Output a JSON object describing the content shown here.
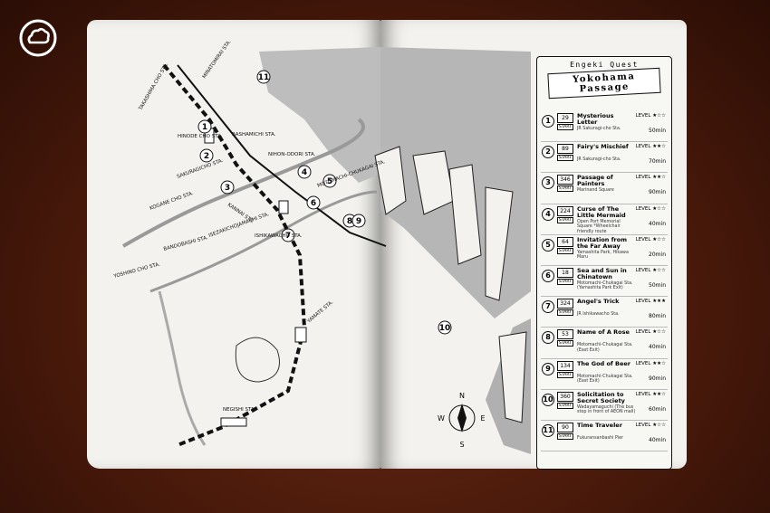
{
  "brand": {
    "logo_icon": "cloud-circle-logo-icon"
  },
  "map": {
    "station_labels": [
      "SAKURAGICHO STA.",
      "MINATOMIRAI STA.",
      "BASHAMICHI STA.",
      "NIHON-ODORI STA.",
      "MOTOMACHI-CHUKAGAI STA.",
      "KANNAI STA.",
      "ISHIKAWACHO STA.",
      "YAMATE STA.",
      "NEGISHI STA.",
      "TAKASHIMA CHO STA.",
      "HINODE CHO STA.",
      "KOGANE CHO STA.",
      "YOSHINO CHO STA.",
      "BANDOBASHI STA.",
      "ISEZAKICHOJAMACHI STA."
    ],
    "compass": {
      "n": "N",
      "s": "S",
      "e": "E",
      "w": "W"
    },
    "route_markers": [
      "1",
      "2",
      "3",
      "4",
      "5",
      "6",
      "7",
      "8",
      "9",
      "10",
      "11"
    ]
  },
  "panel": {
    "kicker": "Engeki Quest",
    "title": "Yokohama Passage",
    "level_label": "LEVEL",
    "quests": [
      {
        "num": "1",
        "code": "29",
        "title": "Mysterious Letter",
        "location": "JR Sakuragi-cho Sta.",
        "stars": "★☆☆",
        "time": "50min"
      },
      {
        "num": "2",
        "code": "89",
        "title": "Fairy's Mischief",
        "location": "JR Sakuragi-cho Sta.",
        "stars": "★★☆",
        "time": "70min"
      },
      {
        "num": "3",
        "code": "346",
        "title": "Passage of Painters",
        "location": "Marinand Square",
        "stars": "★★☆",
        "time": "90min"
      },
      {
        "num": "4",
        "code": "224",
        "title": "Curse of The Little Mermaid",
        "location": "Open Port Memorial Square *Wheelchair friendly route",
        "stars": "★☆☆",
        "time": "40min"
      },
      {
        "num": "5",
        "code": "64",
        "title": "Invitation from the Far Away",
        "location": "Yamashita Park, Hikawa Maru",
        "stars": "★☆☆",
        "time": "20min"
      },
      {
        "num": "6",
        "code": "18",
        "title": "Sea and Sun in Chinatown",
        "location": "Motomachi-Chukagai Sta. (Yamashita Park Exit)",
        "stars": "★☆☆",
        "time": "50min"
      },
      {
        "num": "7",
        "code": "324",
        "title": "Angel's Trick",
        "location": "JR Ishikawacho Sta.",
        "stars": "★★★",
        "time": "80min"
      },
      {
        "num": "8",
        "code": "53",
        "title": "Name of A Rose",
        "location": "Motomachi-Chukagai Sta. (East Exit)",
        "stars": "★☆☆",
        "time": "40min"
      },
      {
        "num": "9",
        "code": "134",
        "title": "The God of Beer",
        "location": "Motomachi-Chukagai Sta. (East Exit)",
        "stars": "★★☆",
        "time": "90min"
      },
      {
        "num": "10",
        "code": "360",
        "title": "Solicitation to Secret Society",
        "location": "Wadayamaguchi (The bus stop in front of AEON mall)",
        "stars": "★★☆",
        "time": "60min"
      },
      {
        "num": "11",
        "code": "90",
        "title": "Time Traveler",
        "location": "Fukuransanbashi Pier",
        "stars": "★☆☆",
        "time": "40min"
      }
    ],
    "start_label": "START"
  }
}
